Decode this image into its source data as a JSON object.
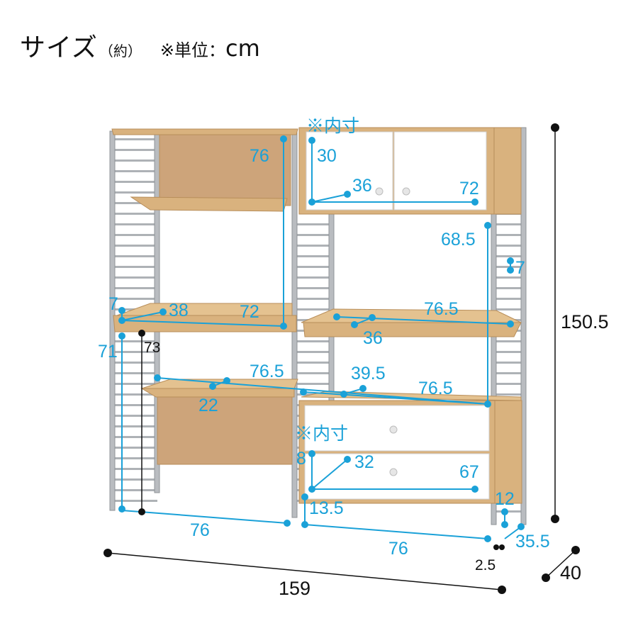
{
  "title": {
    "main": "サイズ",
    "sub": "（約）",
    "unit_prefix": "※単位：",
    "unit": "cm"
  },
  "colors": {
    "wood": "#d9b27e",
    "wood_dark": "#c49a62",
    "back_panel": "#cda47a",
    "frame": "#b9bcc0",
    "door": "#ffffff",
    "dimension_blue": "#1aa1d8",
    "dimension_black": "#111111"
  },
  "labels": {
    "inner_note_top": "※内寸",
    "inner_note_bottom": "※内寸",
    "cab_top_h": "30",
    "cab_top_d": "36",
    "cab_top_w": "72",
    "shelf_h_76": "76",
    "tray_h": "7",
    "tray_d": "38",
    "tray_w": "72",
    "right_h_685": "68.5",
    "right_7": "7",
    "right_shelf_w": "76.5",
    "right_shelf_d": "36",
    "left_71": "71",
    "left_73": "73",
    "desk_w": "76.5",
    "desk_d": "22",
    "mid_d": "39.5",
    "mid_w": "76.5",
    "drawer_h": "8",
    "drawer_d": "32",
    "drawer_w": "67",
    "gap_135": "13.5",
    "gap_12": "12",
    "bottom_left_w": "76",
    "bottom_right_w": "76",
    "foot_355": "35.5",
    "foot_25": "2.5",
    "total_h": "150.5",
    "total_w": "159",
    "total_d": "40"
  }
}
